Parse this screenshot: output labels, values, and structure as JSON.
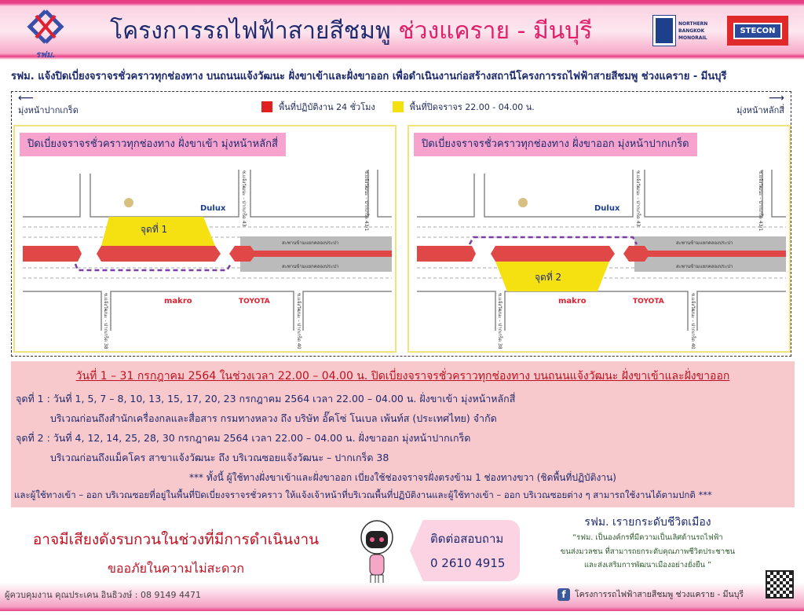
{
  "header": {
    "logo_text": "รฟม.",
    "title_main": "โครงการรถไฟฟ้าสายสีชมพู",
    "title_highlight": "ช่วงแคราย - มีนบุรี",
    "partner1": [
      "NORTHERN",
      "BANGKOK",
      "MONORAIL"
    ],
    "partner2": "STECON"
  },
  "subtitle": "รฟม. แจ้งปิดเบี่ยงจราจรชั่วคราวทุกช่องทาง บนถนนแจ้งวัฒนะ ฝั่งขาเข้าและฝั่งขาออก เพื่อดำเนินงานก่อสร้างสถานีโครงการรถไฟฟ้าสายสีชมพู ช่วงแคราย - มีนบุรี",
  "legend": {
    "left_direction": "มุ่งหน้าปากเกร็ด",
    "right_direction": "มุ่งหน้าหลักสี่",
    "red": "พื้นที่ปฏิบัติงาน 24 ชั่วโมง",
    "yellow": "พื้นที่ปิดจราจร 22.00 - 04.00 น.",
    "colors": {
      "red": "#e02020",
      "yellow": "#f5e012"
    }
  },
  "panels": [
    {
      "title": "ปิดเบี่ยงจราจรชั่วคราวทุกช่องทาง ฝั่งขาเข้า มุ่งหน้าหลักสี่",
      "zone": "จุดที่ 1",
      "bridge": "สะพานข้ามแยกคลองประปา",
      "soi_top1": "ซ.แจ้งวัฒนะ - ปากเกร็ด 43",
      "soi_top2": "ซ.แจ้งวัฒนะ - ปากเกร็ด 43/1",
      "soi_bot1": "ซ.แจ้งวัฒนะ - ปากเกร็ด 38",
      "soi_bot2": "ซ.แจ้งวัฒนะ - ปากเกร็ด 40",
      "brand1": "Dulux",
      "brand2": "makro",
      "brand3": "TOYOTA"
    },
    {
      "title": "ปิดเบี่ยงจราจรชั่วคราวทุกช่องทาง ฝั่งขาออก มุ่งหน้าปากเกร็ด",
      "zone": "จุดที่ 2",
      "bridge": "สะพานข้ามแยกคลองประปา",
      "soi_top1": "ซ.แจ้งวัฒนะ - ปากเกร็ด 43",
      "soi_top2": "ซ.แจ้งวัฒนะ - ปากเกร็ด 43/1",
      "soi_bot1": "ซ.แจ้งวัฒนะ - ปากเกร็ด 38",
      "soi_bot2": "ซ.แจ้งวัฒนะ - ปากเกร็ด 40",
      "brand1": "Dulux",
      "brand2": "makro",
      "brand3": "TOYOTA"
    }
  ],
  "info": {
    "heading": "วันที่ 1 – 31 กรกฎาคม 2564 ในช่วงเวลา 22.00 – 04.00 น. ปิดเบี่ยงจราจรชั่วคราวทุกช่องทาง บนถนนแจ้งวัฒนะ ฝั่งขาเข้าและฝั่งขาออก",
    "point1": "จุดที่ 1 : วันที่ 1, 5, 7 – 8, 10, 13, 15, 17, 20, 23 กรกฎาคม 2564 เวลา 22.00 – 04.00 น.  ฝั่งขาเข้า มุ่งหน้าหลักสี่",
    "point1_area": "บริเวณก่อนถึงสำนักเครื่องกลและสื่อสาร กรมทางหลวง ถึง บริษัท อั๊คโซ่ โนเบล เพ้นท์ส (ประเทศไทย) จำกัด",
    "point2": "จุดที่ 2 : วันที่ 4, 12, 14, 25, 28, 30 กรกฎาคม 2564 เวลา 22.00 – 04.00 น. ฝั่งขาออก มุ่งหน้าปากเกร็ด",
    "point2_area": "บริเวณก่อนถึงแม็คโคร สาขาแจ้งวัฒนะ ถึง บริเวณซอยแจ้งวัฒนะ – ปากเกร็ด 38",
    "note1": "*** ทั้งนี้ ผู้ใช้ทางฝั่งขาเข้าและฝั่งขาออก เบี่ยงใช้ช่องจราจรฝั่งตรงข้าม 1 ช่องทางขวา (ชิดพื้นที่ปฏิบัติงาน)",
    "note2": "และผู้ใช้ทางเข้า – ออก บริเวณซอยที่อยู่ในพื้นที่ปิดเบี่ยงจราจรชั่วคราว ให้แจ้งเจ้าหน้าที่บริเวณพื้นที่ปฏิบัติงานและผู้ใช้ทางเข้า – ออก บริเวณซอยต่าง ๆ สามารถใช้งานได้ตามปกติ ***"
  },
  "footer": {
    "apology1": "อาจมีเสียงดังรบกวนในช่วงที่มีการดำเนินงาน",
    "apology2": "ขออภัยในความไม่สะดวก",
    "contact_label": "ติดต่อสอบถาม",
    "contact_phone": "0 2610 4915",
    "slogan": "รฟม. เรายกระดับชีวิตเมือง",
    "vision1": "“รฟม. เป็นองค์กรที่มีความเป็นเลิศด้านรถไฟฟ้า",
    "vision2": "ขนส่งมวลชน ที่สามารถยกระดับคุณภาพชีวิตประชาชน",
    "vision3": "และส่งเสริมการพัฒนาเมืองอย่างยั่งยืน ”",
    "supervisor": "ผู้ควบคุมงาน คุณประเคน อินธิวงษ์ : 08 9149 4471",
    "facebook": "โครงการรถไฟฟ้าสายสีชมพู ช่วงแคราย - มีนบุรี"
  }
}
